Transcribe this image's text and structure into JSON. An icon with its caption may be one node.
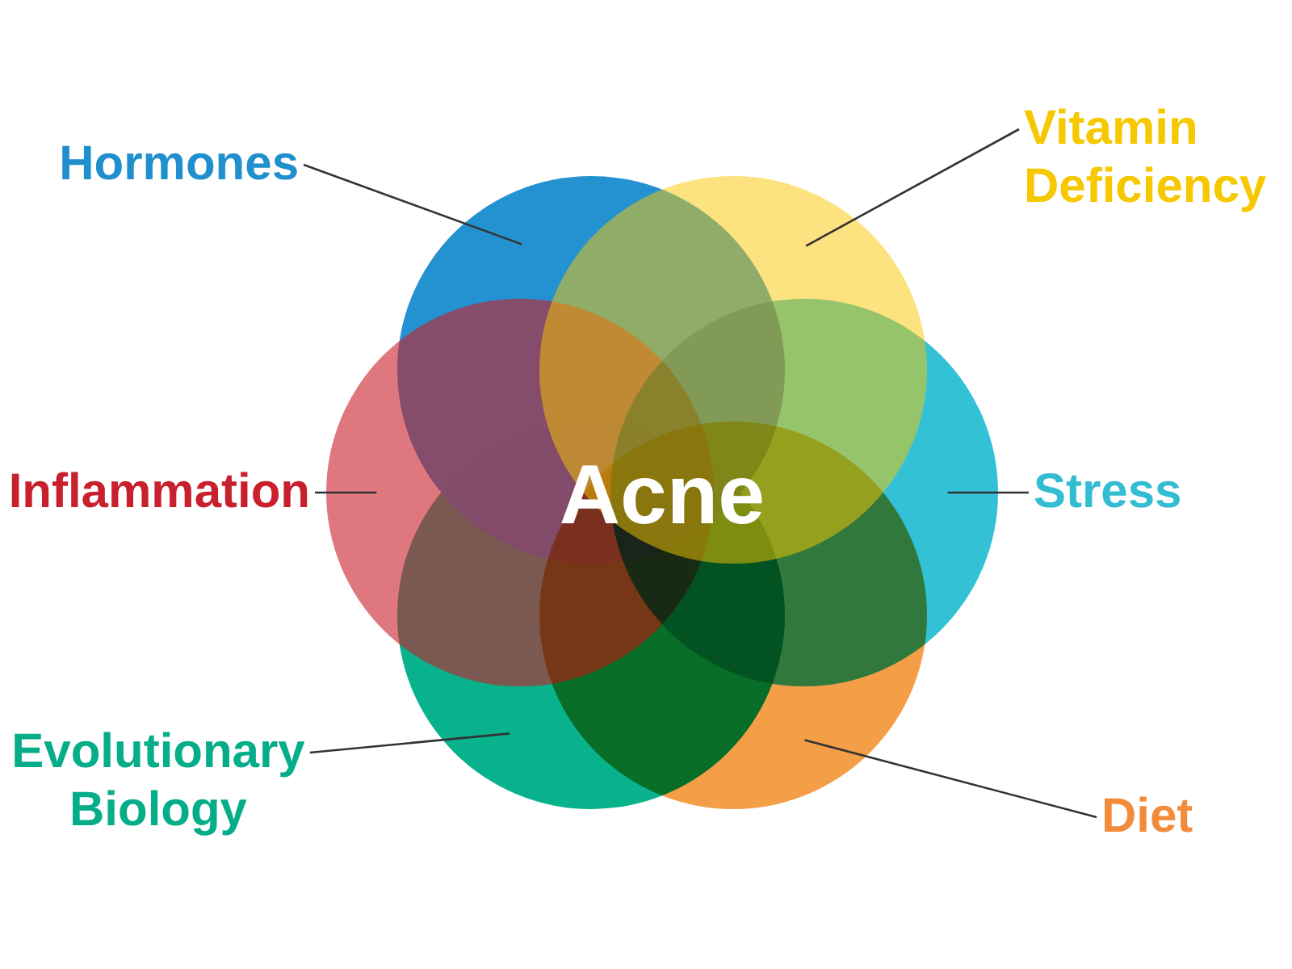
{
  "diagram": {
    "nodes": [
      {
        "text": [
          "Hormones"
        ]
      },
      {
        "text": [],
        "shape": "circle"
      },
      {
        "text": [
          "Vitamin Deficiency"
        ]
      },
      {
        "text": [],
        "shape": "circle"
      },
      {
        "text": [
          "Inflammation"
        ]
      },
      {
        "text": [],
        "shape": "circle"
      },
      {
        "text": [
          "Stress"
        ]
      },
      {
        "text": [],
        "shape": "circle"
      },
      {
        "text": [
          "Evolutionary Biology"
        ]
      },
      {
        "text": [],
        "shape": "circle"
      },
      {
        "text": [
          "Diet"
        ]
      },
      {
        "text": [],
        "shape": "circle"
      }
    ],
    "edges": [
      {
        "from": 0,
        "to": 1,
        "arrow": "none"
      },
      {
        "from": 2,
        "to": 3,
        "arrow": "none"
      },
      {
        "from": 4,
        "to": 5,
        "arrow": "none"
      },
      {
        "from": 6,
        "to": 7,
        "arrow": "none"
      },
      {
        "from": 8,
        "to": 9,
        "arrow": "none"
      },
      {
        "from": 10,
        "to": 11,
        "arrow": "none"
      }
    ],
    "labels": [
      "Acne"
    ]
  }
}
